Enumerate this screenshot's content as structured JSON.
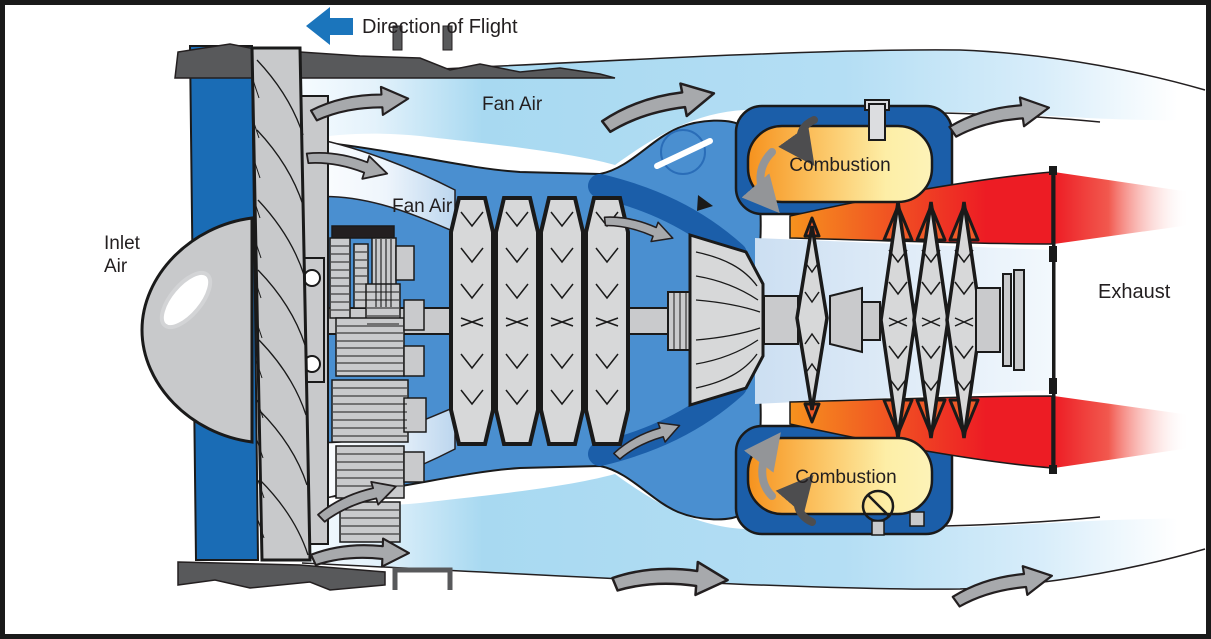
{
  "diagram": {
    "labels": {
      "direction_of_flight": "Direction of Flight",
      "fan_air_top": "Fan Air",
      "fan_air_core": "Fan Air",
      "inlet_air_line1": "Inlet",
      "inlet_air_line2": "Air",
      "combustion_top": "Combustion",
      "combustion_bottom": "Combustion",
      "exhaust": "Exhaust"
    },
    "colors": {
      "flight_arrow_blue": "#1b75bc",
      "inlet_blue": "#1a6cb5",
      "core_blue": "#4a8fd0",
      "casing_dark_blue": "#1b5ea9",
      "fan_air_light_blue": "#a8d9f1",
      "combustion_orange": "#f6921e",
      "combustion_yellow": "#fdf0a6",
      "exhaust_red": "#ed1c24",
      "metal_gray": "#c9cacc",
      "nacelle_dark_gray": "#58595b",
      "arrow_gray": "#a7a9ac",
      "outline_black": "#1a1a1a"
    }
  }
}
